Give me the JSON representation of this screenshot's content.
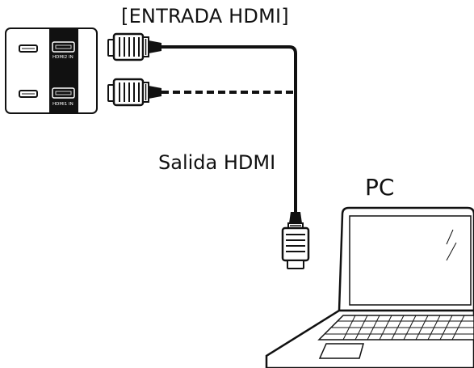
{
  "labels": {
    "input_title": "[ENTRADA HDMI]",
    "output": "Salida HDMI",
    "computer": "PC",
    "port_top": "HDMI2 IN",
    "port_bottom": "HDMI1 IN"
  },
  "icons": {
    "panel": "hdmi-input-panel-icon",
    "plug": "hdmi-plug-icon",
    "laptop": "laptop-icon"
  },
  "colors": {
    "line": "#111111",
    "panel_dark": "#111111",
    "background": "#ffffff"
  }
}
